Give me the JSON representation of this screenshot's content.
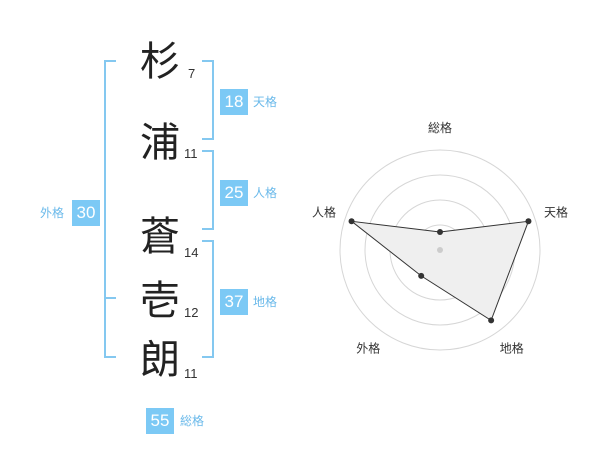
{
  "name": {
    "characters": [
      {
        "char": "杉",
        "strokes": "7"
      },
      {
        "char": "浦",
        "strokes": "11"
      },
      {
        "char": "蒼",
        "strokes": "14"
      },
      {
        "char": "壱",
        "strokes": "12"
      },
      {
        "char": "朗",
        "strokes": "11"
      }
    ]
  },
  "fortunes": {
    "tenkaku": {
      "value": "18",
      "label": "天格"
    },
    "jinkaku": {
      "value": "25",
      "label": "人格"
    },
    "chikaku": {
      "value": "37",
      "label": "地格"
    },
    "gaikaku": {
      "value": "30",
      "label": "外格"
    },
    "soukaku": {
      "value": "55",
      "label": "総格"
    }
  },
  "chart_data": {
    "type": "radar",
    "axes": [
      "総格",
      "天格",
      "地格",
      "外格",
      "人格"
    ],
    "values": [
      0.18,
      0.93,
      0.87,
      0.32,
      0.93
    ],
    "range": [
      0,
      1
    ],
    "rings": 4,
    "colors": {
      "fill": "#efefef",
      "line": "#333333",
      "grid": "#d6d6d6",
      "point": "#333333",
      "center": "#cccccc"
    }
  }
}
